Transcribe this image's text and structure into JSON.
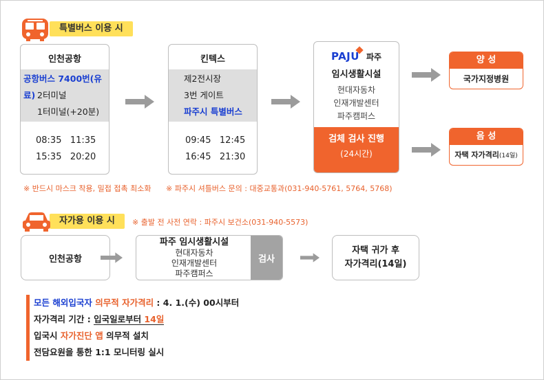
{
  "section1": {
    "label": "특별버스 이용 시",
    "incheon": {
      "title": "인천공항",
      "bus": "공항버스 7400번(유료)",
      "t2": "2터미널",
      "t1": "1터미널(+20분)",
      "times": [
        "08:35   11:35",
        "15:35   20:20"
      ]
    },
    "kintex": {
      "title": "킨텍스",
      "hall": "제2전시장",
      "gate": "3번 게이트",
      "shuttle": "파주시 특별버스",
      "times": [
        "09:45   12:45",
        "16:45   21:30"
      ]
    },
    "paju": {
      "logo_text": "PAJU",
      "logo_korean": "파주",
      "title": "임시생활시설",
      "places": [
        "현대자동차",
        "인재개발센터",
        "파주캠퍼스"
      ],
      "test_label": "검체 검사 진행",
      "test_duration": "(24시간)"
    },
    "positive": {
      "head": "양 성",
      "body": "국가지정병원"
    },
    "negative": {
      "head": "음 성",
      "body_main": "자택 자가격리",
      "body_suffix": "(14일)"
    },
    "note_mask": "※ 반드시 마스크 착용, 밀접 접촉 최소화",
    "note_shuttle": "※ 파주시 셔틀버스 문의 : 대중교통과(031-940-5761, 5764, 5768)"
  },
  "section2": {
    "label": "자가용 이용 시",
    "note": "※ 출발 전 사전 연락 : 파주시 보건소(031-940-5573)",
    "incheon": "인천공항",
    "facility_title": "파주  임시생활시설",
    "facility_places": [
      "현대자동차",
      "인재개발센터",
      "파주캠퍼스"
    ],
    "test_label": "검사",
    "home_line1": "자택 귀가 후",
    "home_line2": "자가격리(14일)"
  },
  "bullets": {
    "b1_blue": "모든 해외입국자",
    "b1_orange": "의무적 자가격리",
    "b1_rest": " : 4. 1.(수) 00시부터",
    "b2_prefix": "자가격리 기간 : ",
    "b2_underlined": "입국일로부터 ",
    "b2_orange": "14일",
    "b3_prefix": "입국시 ",
    "b3_orange": "자가진단 앱",
    "b3_rest": " 의무적 설치",
    "b4": "전담요원을 통한 1:1 모니터링 실시"
  },
  "colors": {
    "accent_orange": "#f0642d",
    "label_yellow": "#ffe05a",
    "blue": "#1a3fd1",
    "grey_band": "#dedede"
  },
  "icons": [
    "bus-icon",
    "car-icon",
    "arrow-right-icon"
  ]
}
